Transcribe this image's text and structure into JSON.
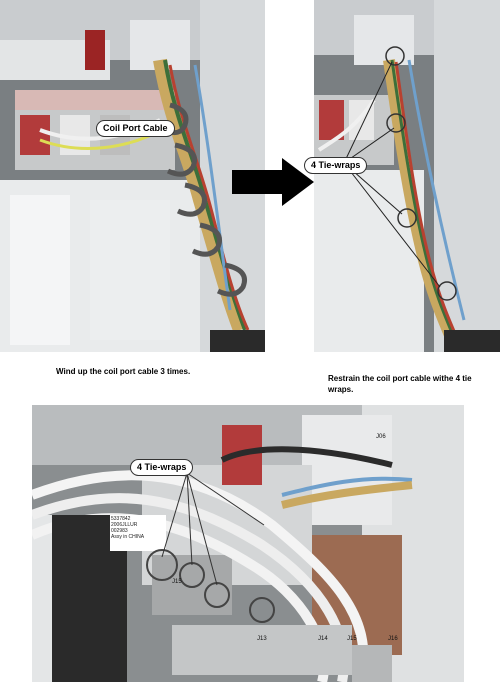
{
  "top_left_photo": {
    "callout": "Coil Port Cable"
  },
  "top_right_photo": {
    "callout": "4 Tie-wraps"
  },
  "bottom_photo": {
    "callout": "4 Tie-wraps",
    "label_lines": [
      "5337842",
      "2006JLLUR",
      "002983",
      "Assy in CHINA"
    ],
    "connector_labels": [
      "J15",
      "J13",
      "J14",
      "J15",
      "J16",
      "J06"
    ]
  },
  "captions": {
    "left": "Wind up the coil port cable 3 times.",
    "right": "Restrain the coil port cable withe 4 tie wraps."
  },
  "colors": {
    "arrow": "#000000",
    "photo_bg": "#6e7376"
  }
}
